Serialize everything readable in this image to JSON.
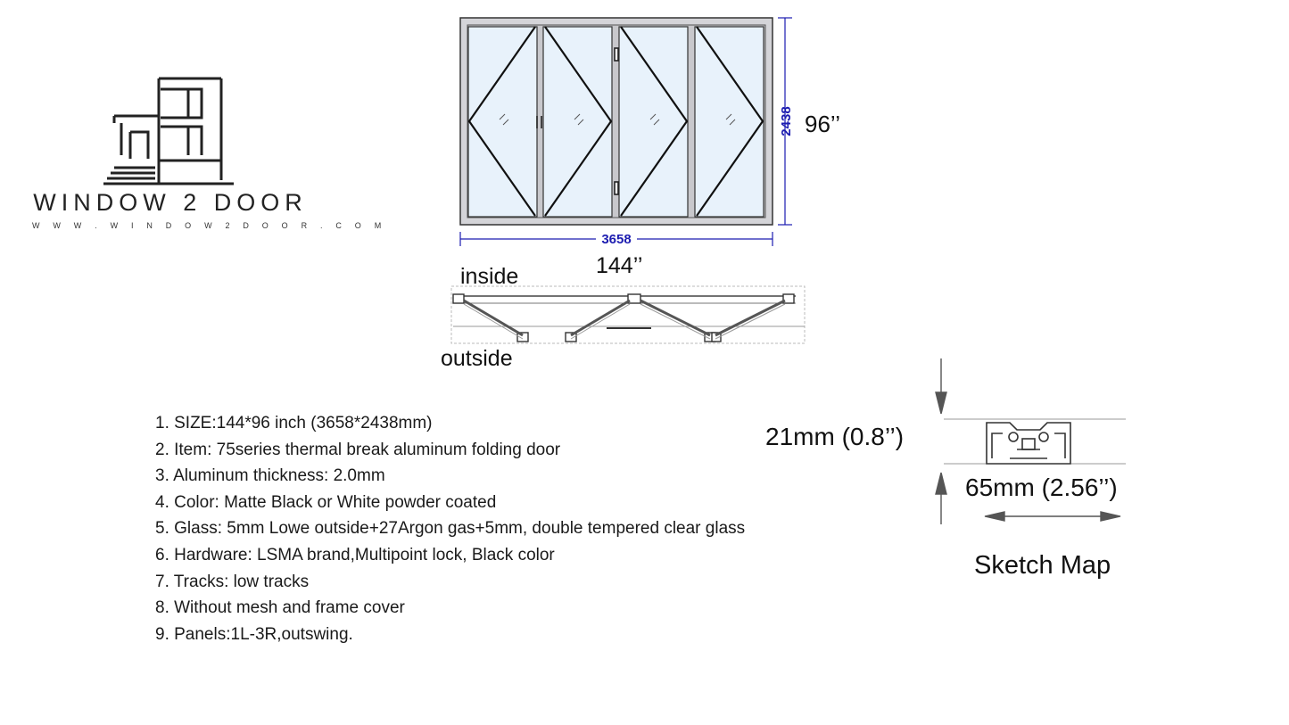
{
  "brand": {
    "name": "WINDOW 2 DOOR",
    "url": "W W W . W I N D O W 2 D O O R . C O M"
  },
  "elevation": {
    "width_mm": "3658",
    "height_mm": "2438",
    "width_in": "144’’",
    "height_in": "96’’",
    "label_inside": "inside",
    "label_outside": "outside"
  },
  "specs": [
    "1. SIZE:144*96 inch (3658*2438mm)",
    "2. Item: 75series thermal break aluminum folding door",
    "3. Aluminum thickness: 2.0mm",
    "4. Color:  Matte Black or White powder coated",
    "5. Glass: 5mm Lowe outside+27Argon gas+5mm, double tempered clear glass",
    "6. Hardware: LSMA brand,Multipoint lock, Black color",
    "7. Tracks: low tracks",
    "8. Without mesh and frame cover",
    "9. Panels:1L-3R,outswing."
  ],
  "sketch": {
    "height_label": "21mm (0.8’’)",
    "width_label": "65mm (2.56’’)",
    "title": "Sketch Map"
  },
  "colors": {
    "glass": "#e8f2fb",
    "frame": "#c8c8cc",
    "dimension_blue": "#1c1cb0",
    "line_dark": "#111111"
  }
}
